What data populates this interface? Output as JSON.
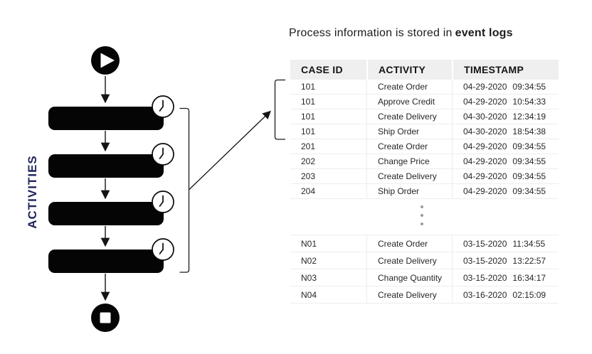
{
  "title": {
    "prefix": "Process information is stored in",
    "bold": "event logs"
  },
  "flow": {
    "label": "ACTIVITIES",
    "activity_count": 4,
    "icons": {
      "start": "play-icon",
      "per_activity": "clock-icon",
      "end": "stop-icon"
    },
    "colors": {
      "shape": "#050505",
      "label": "#21265a"
    }
  },
  "table": {
    "headers": [
      "CASE ID",
      "ACTIVITY",
      "TIMESTAMP"
    ],
    "row_groups": [
      [
        {
          "case_id": "101",
          "activity": "Create Order",
          "date": "04-29-2020",
          "time": "09:34:55"
        },
        {
          "case_id": "101",
          "activity": "Approve Credit",
          "date": "04-29-2020",
          "time": "10:54:33"
        },
        {
          "case_id": "101",
          "activity": "Create Delivery",
          "date": "04-30-2020",
          "time": "12:34:19"
        },
        {
          "case_id": "101",
          "activity": "Ship Order",
          "date": "04-30-2020",
          "time": "18:54:38"
        },
        {
          "case_id": "201",
          "activity": "Create Order",
          "date": "04-29-2020",
          "time": "09:34:55"
        },
        {
          "case_id": "202",
          "activity": "Change Price",
          "date": "04-29-2020",
          "time": "09:34:55"
        },
        {
          "case_id": "203",
          "activity": "Create Delivery",
          "date": "04-29-2020",
          "time": "09:34:55"
        },
        {
          "case_id": "204",
          "activity": "Ship Order",
          "date": "04-29-2020",
          "time": "09:34:55"
        }
      ],
      [
        {
          "case_id": "N01",
          "activity": "Create Order",
          "date": "03-15-2020",
          "time": "11:34:55"
        },
        {
          "case_id": "N02",
          "activity": "Create Delivery",
          "date": "03-15-2020",
          "time": "13:22:57"
        },
        {
          "case_id": "N03",
          "activity": "Change Quantity",
          "date": "03-15-2020",
          "time": "16:34:17"
        },
        {
          "case_id": "N04",
          "activity": "Create Delivery",
          "date": "03-16-2020",
          "time": "02:15:09"
        }
      ]
    ],
    "colors": {
      "header_bg": "#efefef",
      "row_border": "#ededed",
      "ellipsis_dots": "#9b9b9b"
    }
  }
}
